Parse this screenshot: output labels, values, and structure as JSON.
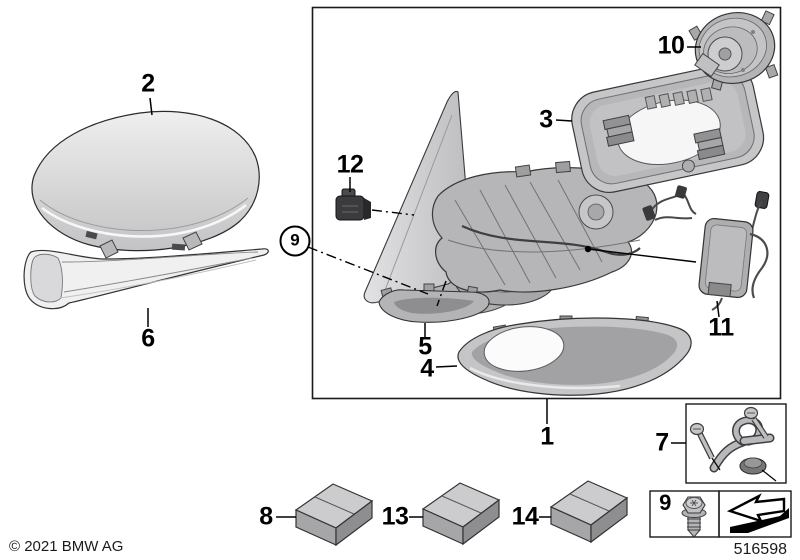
{
  "document": {
    "copyright": "© 2021 BMW AG",
    "number": "516598"
  },
  "callouts": {
    "c1": "1",
    "c2": "2",
    "c3": "3",
    "c4": "4",
    "c5": "5",
    "c6": "6",
    "c7": "7",
    "c8": "8",
    "c9_circle": "9",
    "c9_box": "9",
    "c10": "10",
    "c11": "11",
    "c12": "12",
    "c13": "13",
    "c14": "14"
  },
  "icons": {
    "direction_arrow": "direction-of-travel-arrow",
    "fastener_screw": "hex-torx-screw"
  },
  "colors": {
    "line": "#000000",
    "part_light": "#e8e8ea",
    "part_mid": "#b6b6b8",
    "part_dark": "#8e8e90",
    "background": "#ffffff"
  }
}
